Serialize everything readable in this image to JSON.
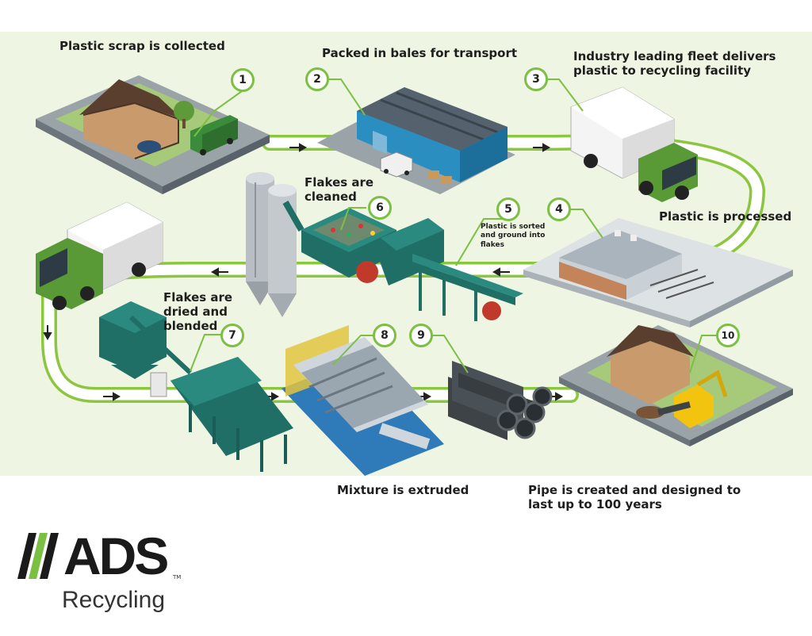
{
  "steps": [
    {
      "number": "1",
      "label": "Plastic scrap is collected"
    },
    {
      "number": "2",
      "label": "Packed in bales for transport"
    },
    {
      "number": "3",
      "label": "Industry leading fleet delivers plastic to recycling facility"
    },
    {
      "number": "4",
      "label": "Plastic is processed"
    },
    {
      "number": "5",
      "label": "Plastic is sorted and ground into flakes"
    },
    {
      "number": "6",
      "label": "Flakes are cleaned"
    },
    {
      "number": "7",
      "label": "Flakes are dried and blended"
    },
    {
      "number": "8",
      "label": "Mixture is extruded"
    },
    {
      "number": "9",
      "label": ""
    },
    {
      "number": "10",
      "label": "Pipe is created and designed to last up to 100 years"
    }
  ],
  "logo": {
    "brand": "ADS",
    "trademark": "TM",
    "subtitle": "Recycling"
  },
  "colors": {
    "accent": "#7bc043",
    "background": "#eef5e2",
    "machine": "#1f6f67",
    "building": "#2a8fc0",
    "road": "#6f7880"
  }
}
